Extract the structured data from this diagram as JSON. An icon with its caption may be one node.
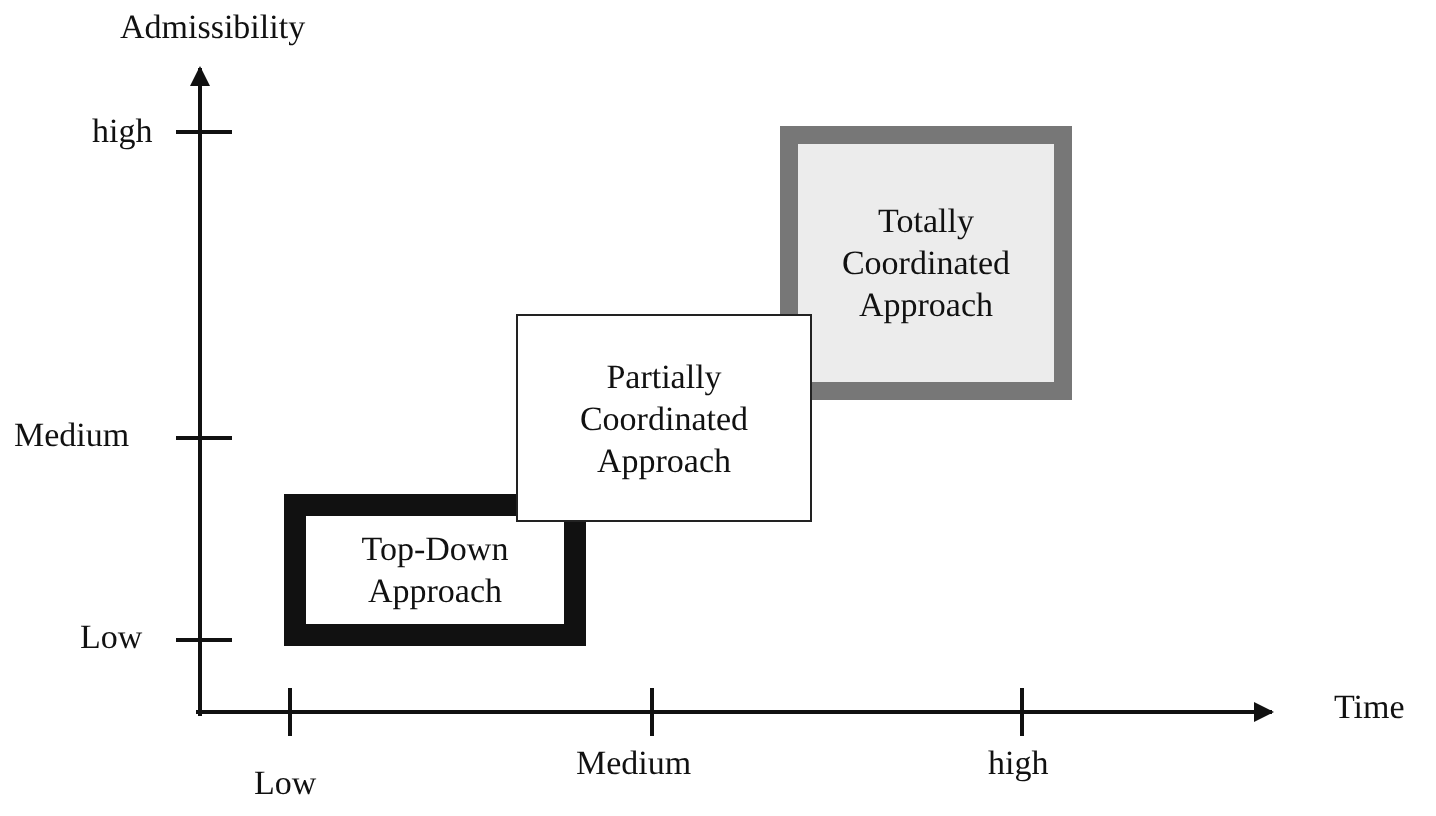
{
  "diagram": {
    "nodes": [
      {
        "text": [
          "Top-Down Approach"
        ]
      },
      {
        "text": [
          "Partially Coordinated Approach"
        ]
      },
      {
        "text": [
          "Totally Coordinated Approach"
        ]
      }
    ],
    "labels": [
      "Admissibility",
      "high",
      "Medium",
      "Low",
      "Time",
      "Low",
      "Medium",
      "high"
    ]
  }
}
